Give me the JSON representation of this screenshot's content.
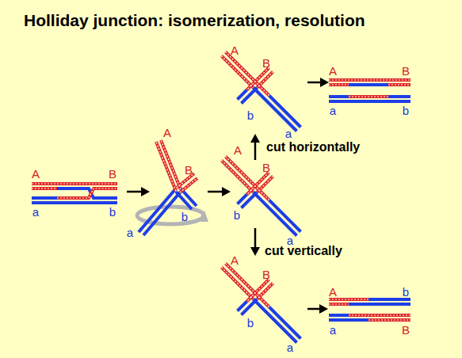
{
  "diagram": {
    "title": "Holliday junction: isomerization, resolution",
    "labels": [
      "A",
      "B",
      "a",
      "b",
      "A",
      "B",
      "a",
      "b",
      "A",
      "B",
      "b",
      "a",
      "A",
      "B",
      "b",
      "a",
      "A",
      "B",
      "a",
      "b",
      "cut horizontally",
      "cut vertically",
      "A",
      "B",
      "b",
      "a",
      "A",
      "b",
      "a",
      "B"
    ]
  }
}
